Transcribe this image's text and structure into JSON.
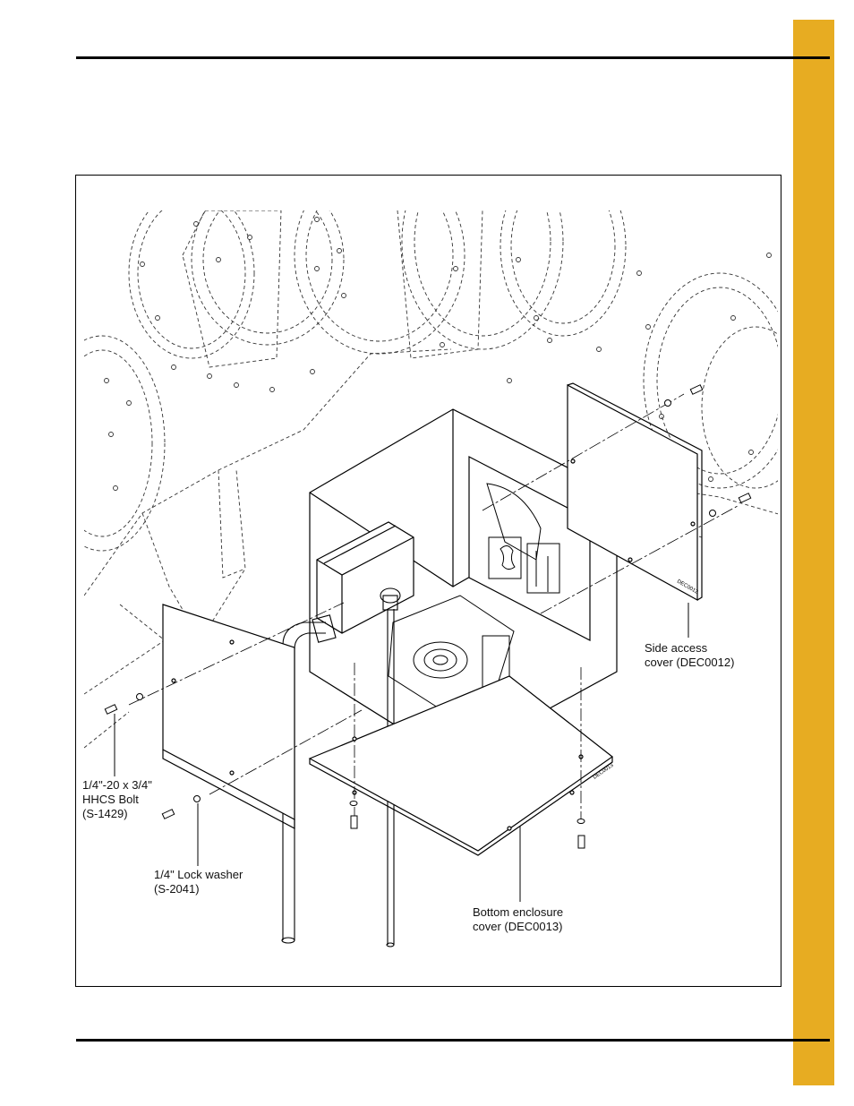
{
  "page": {
    "accent_color": "#E7AC22"
  },
  "figure": {
    "callouts": {
      "side_cover": [
        "Side access",
        "cover (DEC0012)"
      ],
      "bolt": [
        "1/4\"-20 x 3/4\"",
        "HHCS Bolt",
        "(S-1429)"
      ],
      "washer": [
        "1/4\" Lock washer",
        "(S-2041)"
      ],
      "bottom_cover": [
        "Bottom enclosure",
        "cover (DEC0013)"
      ]
    },
    "part_stamps": {
      "side": "DEC0012",
      "bottom": "DEC0013"
    }
  }
}
